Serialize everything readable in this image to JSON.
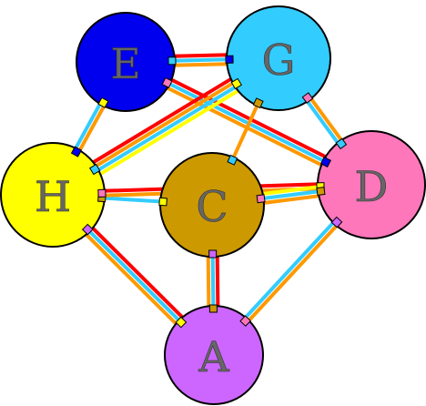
{
  "nodes": [
    {
      "id": "E",
      "label": "E",
      "color": "#0000ee"
    },
    {
      "id": "G",
      "label": "G",
      "color": "#33ccff"
    },
    {
      "id": "H",
      "label": "H",
      "color": "#ffff00"
    },
    {
      "id": "C",
      "label": "C",
      "color": "#cc9900"
    },
    {
      "id": "D",
      "label": "D",
      "color": "#ff77bb"
    },
    {
      "id": "A",
      "label": "A",
      "color": "#cc66ff"
    }
  ],
  "edges": [
    {
      "from": "E",
      "to": "G",
      "colors": [
        "#ff0000",
        "#33ccff",
        "#ff9900"
      ]
    },
    {
      "from": "E",
      "to": "H",
      "colors": [
        "#ff9900",
        "#33ccff"
      ]
    },
    {
      "from": "E",
      "to": "D",
      "colors": [
        "#ff0000",
        "#33ccff",
        "#ff9900"
      ]
    },
    {
      "from": "G",
      "to": "H",
      "colors": [
        "#ffff00",
        "#33ccff",
        "#ff9900",
        "#ff0000"
      ]
    },
    {
      "from": "G",
      "to": "C",
      "colors": [
        "#ff9900"
      ]
    },
    {
      "from": "G",
      "to": "D",
      "colors": [
        "#ff9900",
        "#33ccff"
      ]
    },
    {
      "from": "H",
      "to": "C",
      "colors": [
        "#33ccff"
      ]
    },
    {
      "from": "H",
      "to": "D",
      "colors": [
        "#ff0000",
        "#ff9900"
      ]
    },
    {
      "from": "H",
      "to": "A",
      "colors": [
        "#ff0000",
        "#33ccff",
        "#ff9900"
      ]
    },
    {
      "from": "C",
      "to": "D",
      "colors": [
        "#ffff00",
        "#33ccff",
        "#ff9900"
      ]
    },
    {
      "from": "C",
      "to": "A",
      "colors": [
        "#ff0000",
        "#33ccff",
        "#ff9900"
      ]
    },
    {
      "from": "D",
      "to": "A",
      "colors": [
        "#ff9900",
        "#33ccff"
      ]
    }
  ]
}
